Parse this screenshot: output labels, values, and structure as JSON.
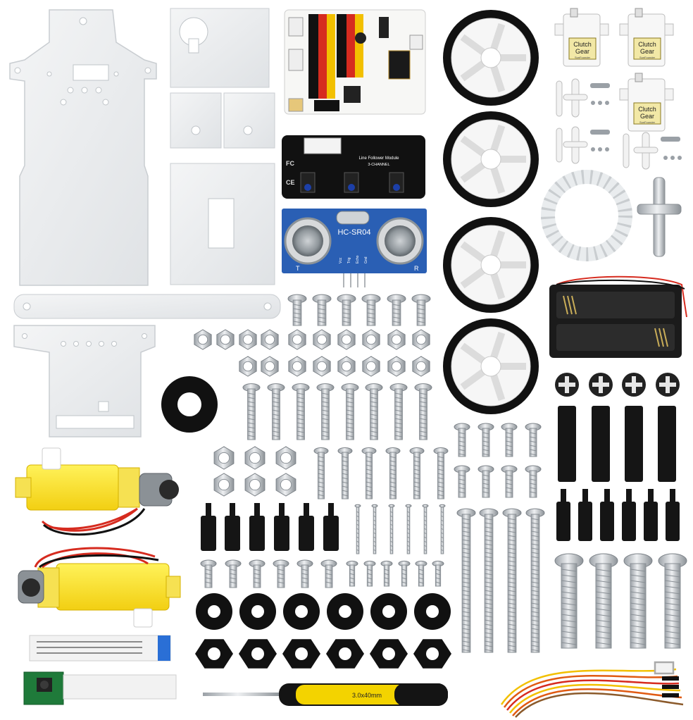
{
  "board": {
    "header_labels": [
      "",
      "",
      ""
    ]
  },
  "line_follower": {
    "title": "Line Follower Module",
    "subtitle": "3-CHANNEL"
  },
  "ultrasonic": {
    "model": "HC-SR04",
    "pins": [
      "Vcc",
      "Trig",
      "Echo",
      "Gnd"
    ],
    "left_mark": "T",
    "right_mark": "R"
  },
  "servo": {
    "brand_line1": "Clutch",
    "brand_line2": "Gear",
    "maker": "SunFounder"
  },
  "screwdriver": {
    "label": "3.0x40mm"
  }
}
